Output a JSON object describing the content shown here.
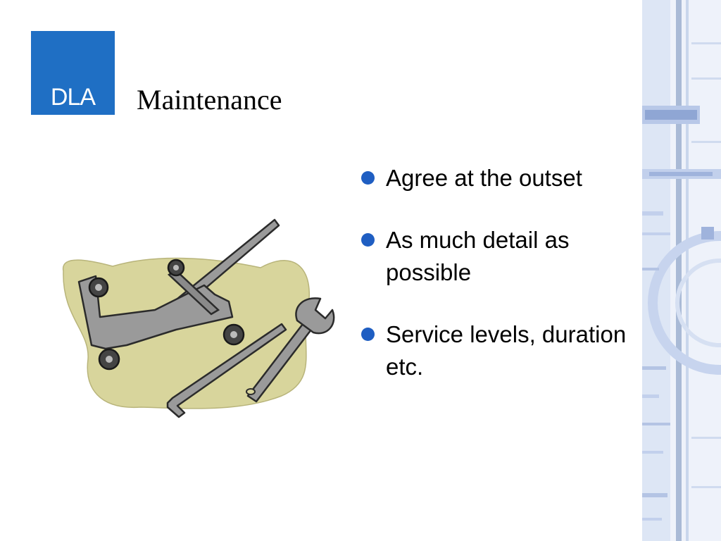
{
  "logo": {
    "text": "DLA",
    "color": "#1f6fc4"
  },
  "slide": {
    "title": "Maintenance"
  },
  "bullets": [
    {
      "text": "Agree at the outset"
    },
    {
      "text": "As much detail as possible"
    },
    {
      "text": "Service levels, duration etc."
    }
  ],
  "colors": {
    "bullet": "#1f5ec2",
    "blob": "#d8d59c",
    "tool": "#8f8f8f"
  },
  "icons": {
    "clipart": "tools-icon",
    "sidebar": "decorative-pattern"
  }
}
